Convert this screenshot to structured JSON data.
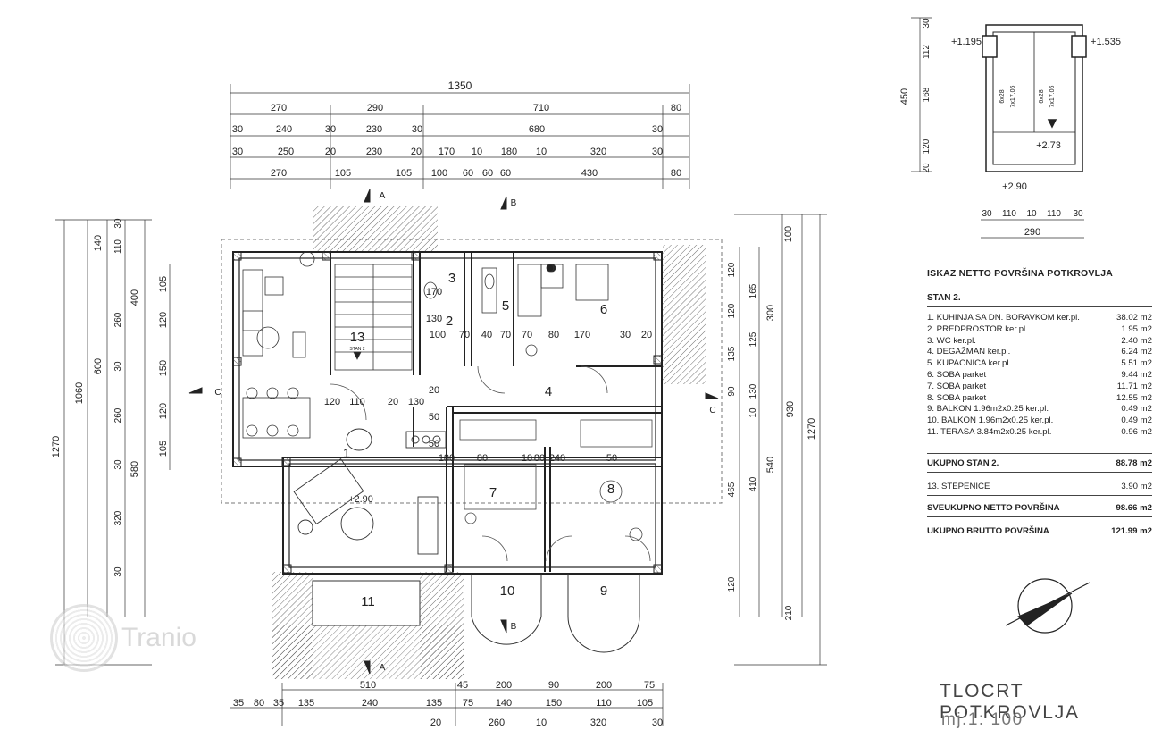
{
  "drawing": {
    "title": "TLOCRT POTKROVLJA",
    "scale": "mj.1: 100",
    "watermark": "Tranio"
  },
  "legend": {
    "title": "ISKAZ NETTO POVRŠINA POTKROVLJA",
    "unit": "STAN 2.",
    "rows": [
      {
        "label": "1. KUHINJA SA DN. BORAVKOM ker.pl.",
        "area": "38.02 m2"
      },
      {
        "label": "2. PREDPROSTOR ker.pl.",
        "area": "1.95 m2"
      },
      {
        "label": "3. WC ker.pl.",
        "area": "2.40 m2"
      },
      {
        "label": "4. DEGAŽMAN ker.pl.",
        "area": "6.24 m2"
      },
      {
        "label": "5. KUPAONICA ker.pl.",
        "area": "5.51 m2"
      },
      {
        "label": "6. SOBA parket",
        "area": "9.44 m2"
      },
      {
        "label": "7. SOBA parket",
        "area": "11.71 m2"
      },
      {
        "label": "8. SOBA parket",
        "area": "12.55 m2"
      },
      {
        "label": "9. BALKON 1.96m2x0.25 ker.pl.",
        "area": "0.49 m2"
      },
      {
        "label": "10. BALKON 1.96m2x0.25 ker.pl.",
        "area": "0.49 m2"
      },
      {
        "label": "11. TERASA 3.84m2x0.25 ker.pl.",
        "area": "0.96 m2"
      }
    ],
    "total_unit_label": "UKUPNO STAN 2.",
    "total_unit_value": "88.78 m2",
    "stairs_label": "13. STEPENICE",
    "stairs_value": "3.90 m2",
    "total_net_label": "SVEUKUPNO NETTO POVRŠINA",
    "total_net_value": "98.66 m2",
    "total_gross_label": "UKUPNO BRUTTO POVRŠINA",
    "total_gross_value": "121.99 m2"
  },
  "rooms": [
    "1",
    "2",
    "3",
    "4",
    "5",
    "6",
    "7",
    "8",
    "9",
    "10",
    "11",
    "13"
  ],
  "stair_label": "STAN 2",
  "levels": [
    "+2.90",
    "+1.195",
    "+1.535",
    "+2.73",
    "+2.90"
  ],
  "sections": [
    "A",
    "A",
    "B",
    "B",
    "C",
    "C"
  ],
  "dims": {
    "top1": [
      "1350"
    ],
    "top2": [
      "270",
      "290",
      "710",
      "80"
    ],
    "top3": [
      "30",
      "240",
      "30",
      "230",
      "30",
      "680",
      "30"
    ],
    "top4": [
      "30",
      "250",
      "20",
      "230",
      "20",
      "170",
      "10",
      "180",
      "10",
      "320",
      "30"
    ],
    "top5": [
      "270",
      "105",
      "105",
      "100",
      "60",
      "60",
      "60",
      "430",
      "80"
    ],
    "left_outer": [
      "1270",
      "1060"
    ],
    "left_a": [
      "140",
      "400",
      "600",
      "580"
    ],
    "left_b": [
      "30",
      "110",
      "260",
      "30",
      "260",
      "30",
      "320",
      "30"
    ],
    "left_c": [
      "105",
      "120",
      "150",
      "120",
      "105"
    ],
    "right_outer": [
      "1270",
      "930"
    ],
    "right_a": [
      "100",
      "300",
      "540"
    ],
    "right_b": [
      "120",
      "165",
      "120",
      "125",
      "135",
      "90",
      "130",
      "10",
      "410",
      "465",
      "120",
      "210"
    ],
    "interior": [
      "100",
      "70",
      "40",
      "70",
      "70",
      "80",
      "170",
      "30",
      "20",
      "120",
      "110",
      "20",
      "130",
      "20",
      "180",
      "80",
      "10",
      "80",
      "240",
      "50",
      "50",
      "170",
      "130",
      "50"
    ],
    "bottom1": [
      "510",
      "45",
      "200",
      "90",
      "200",
      "75"
    ],
    "bottom2": [
      "35",
      "80",
      "35",
      "135",
      "240",
      "135",
      "75",
      "140",
      "150",
      "110",
      "105"
    ],
    "bottom3": [
      "20",
      "260",
      "10",
      "320",
      "30"
    ],
    "stair_v": [
      "450",
      "30",
      "112",
      "168",
      "120",
      "20"
    ],
    "stair_h": [
      "30",
      "110",
      "10",
      "110",
      "30",
      "290"
    ],
    "stair_treads": [
      "6x28",
      "7x17.06",
      "6x28",
      "7x17.06"
    ]
  }
}
